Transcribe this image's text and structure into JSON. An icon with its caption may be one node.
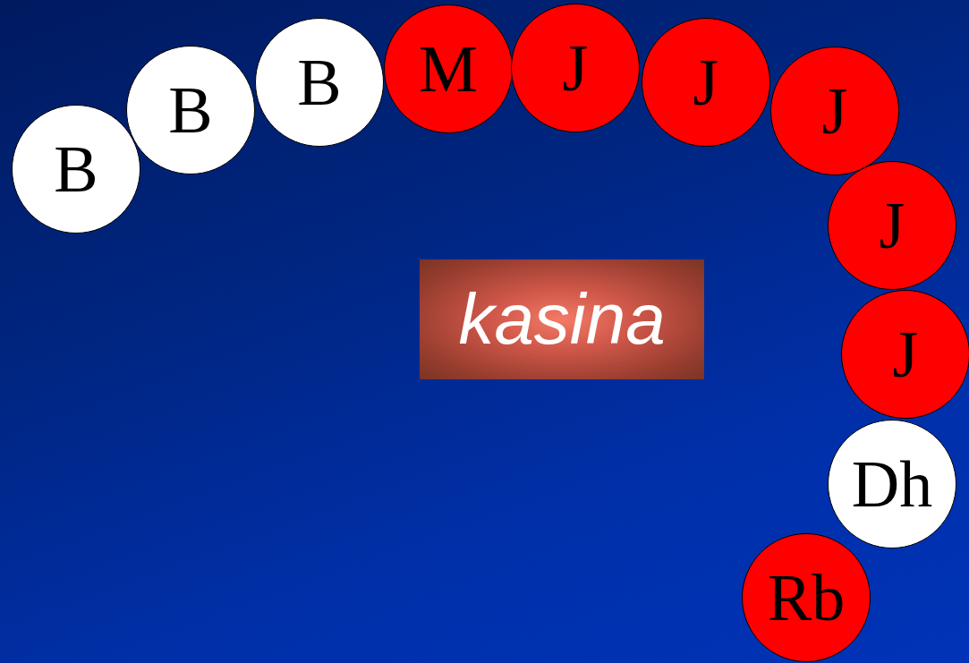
{
  "diagram": {
    "nodes": [
      {
        "text": [
          "B"
        ]
      },
      {
        "text": [
          "B"
        ]
      },
      {
        "text": [
          "B"
        ]
      },
      {
        "text": [
          "M"
        ]
      },
      {
        "text": [
          "J"
        ]
      },
      {
        "text": [
          "J"
        ]
      },
      {
        "text": [
          "J"
        ]
      },
      {
        "text": [
          "J"
        ]
      },
      {
        "text": [
          "J"
        ]
      },
      {
        "text": [
          "Dh"
        ]
      },
      {
        "text": [
          "Rb"
        ]
      },
      {
        "text": [
          "kasina"
        ]
      }
    ]
  }
}
